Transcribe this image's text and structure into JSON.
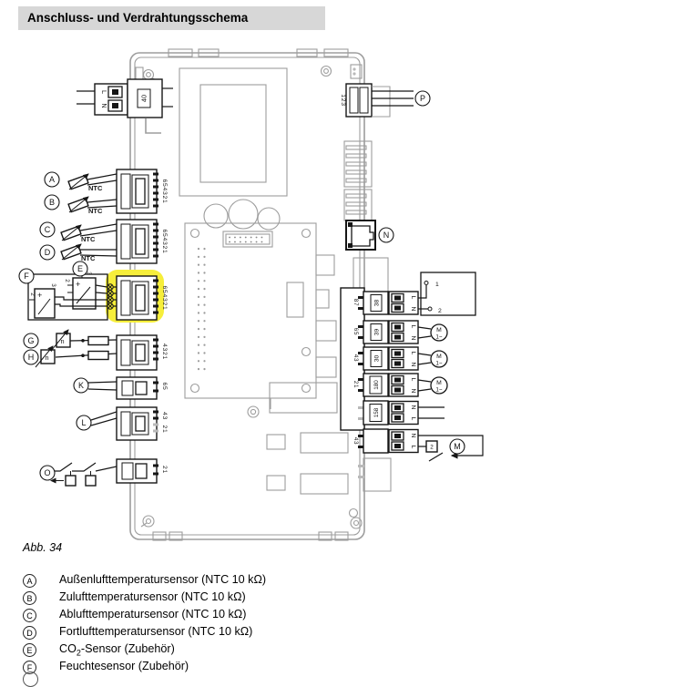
{
  "header": {
    "title": "Anschluss- und Verdrahtungsschema"
  },
  "figure": {
    "caption": "Abb. 34"
  },
  "legend": [
    {
      "key": "A",
      "label": "Außenlufttemperatursensor (NTC 10 kΩ)"
    },
    {
      "key": "B",
      "label": "Zulufttemperatursensor (NTC 10 kΩ)"
    },
    {
      "key": "C",
      "label": "Ablufttemperatursensor (NTC 10 kΩ)"
    },
    {
      "key": "D",
      "label": "Fortlufttemperatursensor (NTC 10 kΩ)"
    },
    {
      "key": "E",
      "prefix": "CO",
      "sub": "2",
      "suffix": "-Sensor (Zubehör)"
    },
    {
      "key": "F",
      "label": "Feuchtesensor (Zubehör)"
    }
  ],
  "diagram": {
    "callouts": {
      "a": "A",
      "b": "B",
      "c": "C",
      "d": "D",
      "e": "E",
      "f": "F",
      "g": "G",
      "h": "H",
      "k": "K",
      "l": "L",
      "m": "M",
      "n": "N",
      "o": "O",
      "p": "P"
    },
    "power_plug": "40",
    "label_l": "L",
    "label_n": "N",
    "ntc": "NTC",
    "plus": "+",
    "fan_n": "n",
    "pins_six": "654321",
    "pins_four": "4321",
    "pins_l_active": "43",
    "pins_l_inactive": "21",
    "pins_k": "65",
    "pins_o": "21",
    "pins_p": "123",
    "e_pin_top": "3",
    "e_pin_left": "2",
    "f_pin_top": "3",
    "f_pin_left": "2",
    "blocks": [
      {
        "plug": "38",
        "pins": "87"
      },
      {
        "plug": "39",
        "pins": "65"
      },
      {
        "plug": "30",
        "pins": "43"
      },
      {
        "plug": "180",
        "pins": "21"
      }
    ],
    "aux_plug": "158",
    "m_pins": "43",
    "m_box": "2",
    "contact_top": "1",
    "contact_bottom": "2",
    "motor_m": "M",
    "motor_phase": "1~",
    "highlight_color": "#f6ee3b"
  }
}
